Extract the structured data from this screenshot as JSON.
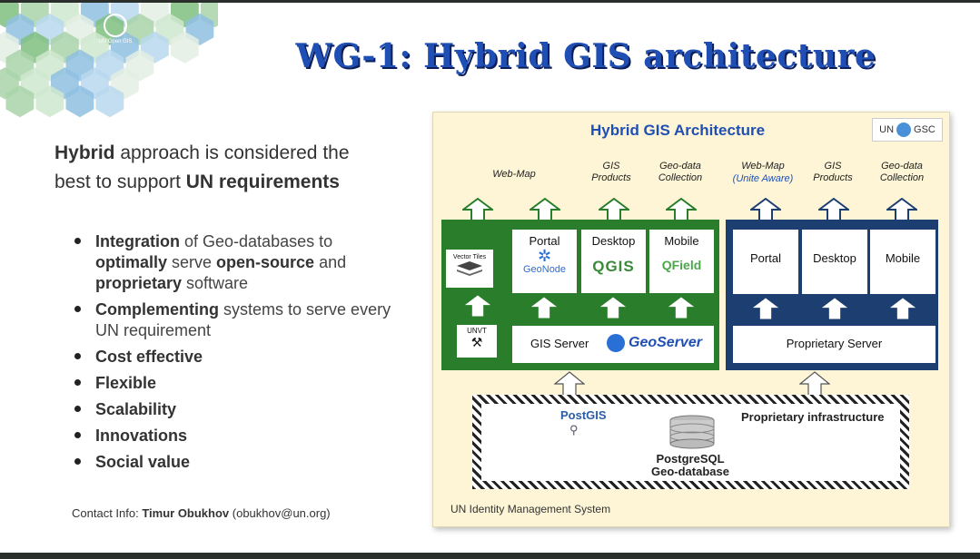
{
  "logo": {
    "text": "UN Open GIS"
  },
  "title": "WG-1: Hybrid GIS architecture",
  "headline": {
    "part1_bold": "Hybrid",
    "part1_rest": " approach is considered the",
    "part2_start": "best to support ",
    "part2_bold": "UN requirements"
  },
  "bullets": [
    {
      "bold": "Integration",
      "rest": " of Geo-databases to ",
      "bold2": "optimally",
      "rest2": " serve ",
      "bold3": "open-source",
      "rest3": " and ",
      "bold4": "proprietary",
      "rest4": " software"
    },
    {
      "bold": "Complementing",
      "rest": " systems to serve every UN requirement"
    },
    {
      "bold": "Cost effective"
    },
    {
      "bold": "Flexible"
    },
    {
      "bold": "Scalability"
    },
    {
      "bold": "Innovations"
    },
    {
      "bold": "Social value"
    }
  ],
  "contact": {
    "prefix": "Contact Info: ",
    "name": "Timur Obukhov",
    "email": " (obukhov@un.org)"
  },
  "diagram": {
    "title": "Hybrid GIS Architecture",
    "corner_logo": {
      "left": "UN",
      "right": "GSC"
    },
    "top_labels_open": [
      {
        "text": "Web-Map"
      },
      {
        "text": "GIS\nProducts"
      },
      {
        "text": "Geo-data\nCollection"
      }
    ],
    "top_labels_prop": [
      {
        "text": "Web-Map"
      },
      {
        "text": "(Unite Aware)"
      },
      {
        "text": "GIS\nProducts"
      },
      {
        "text": "Geo-data\nCollection"
      }
    ],
    "open_source": {
      "vector_tiles": "Vector Tiles",
      "portal": "Portal",
      "portal_product": "GeoNode",
      "desktop": "Desktop",
      "desktop_product": "QGIS",
      "mobile": "Mobile",
      "mobile_product": "QField",
      "unvt": "UNVT",
      "server": "GIS Server",
      "server_product": "GeoServer"
    },
    "proprietary": {
      "portal": "Portal",
      "desktop": "Desktop",
      "mobile": "Mobile",
      "server": "Proprietary Server"
    },
    "infrastructure": {
      "postgis": "PostGIS",
      "db_line1": "PostgreSQL",
      "db_line2": "Geo-database",
      "proprietary_infra": "Proprietary infrastructure"
    },
    "footer": "UN Identity Management System"
  },
  "colors": {
    "title": "#1f4fb4",
    "open_source_green": "#2a7d2a",
    "proprietary_blue": "#1d3e70",
    "panel_bg": "#fdf5d6"
  }
}
